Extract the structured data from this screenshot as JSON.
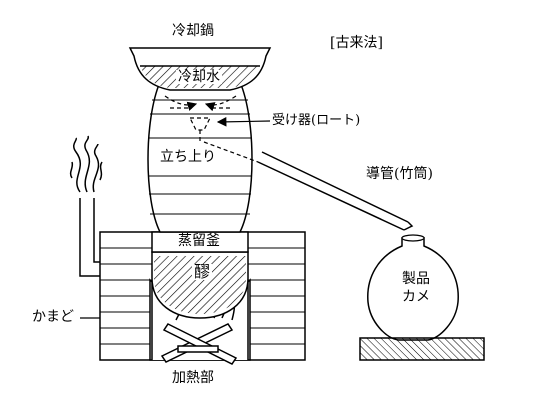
{
  "labels": {
    "method": "[古来法]",
    "cooling_pot": "冷却鍋",
    "cooling_water": "冷却水",
    "receiver": "受け器(ロート)",
    "rising_section": "立ち上り",
    "conduit": "導管(竹筒)",
    "still_pot": "蒸留釜",
    "mash": "醪",
    "product_jar": "製品カメ",
    "furnace": "かまど",
    "heating_section": "加熱部"
  },
  "icons": {
    "smoke": "smoke-icon",
    "fire": "firewood-icon"
  }
}
